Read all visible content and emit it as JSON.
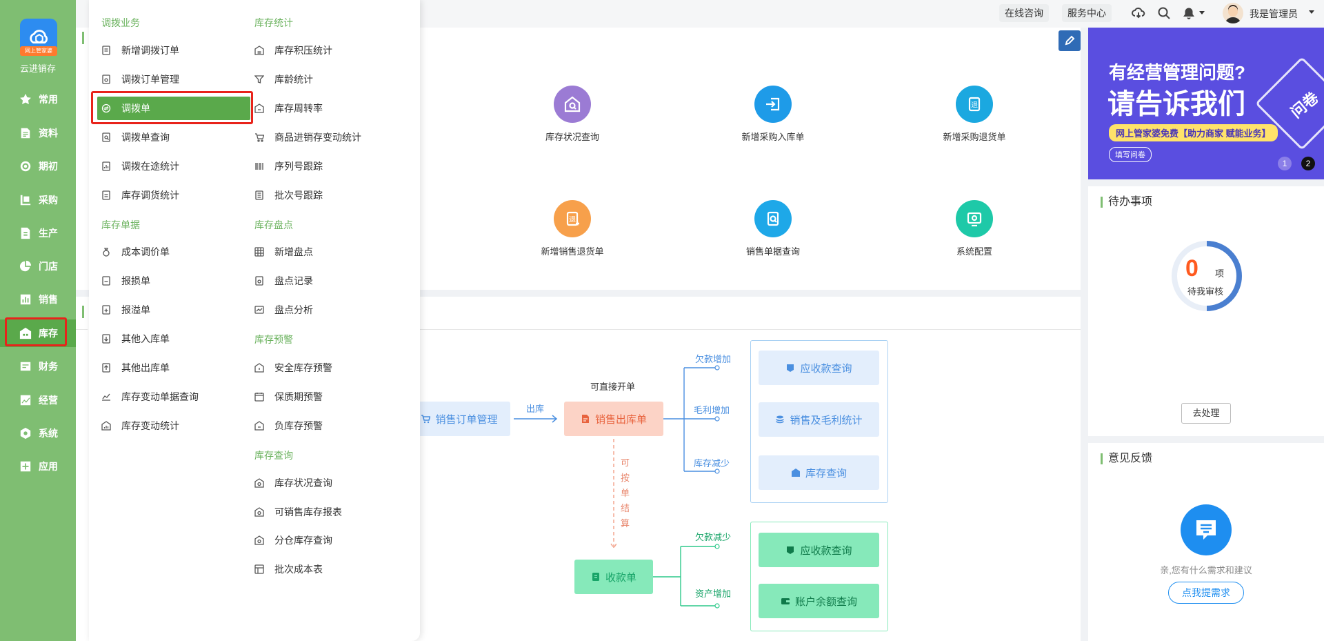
{
  "app": {
    "name": "云进销存",
    "badge": "网上管家婆"
  },
  "sidebar": {
    "items": [
      {
        "label": "常用",
        "icon": "star-icon"
      },
      {
        "label": "资料",
        "icon": "document-icon"
      },
      {
        "label": "期初",
        "icon": "target-icon"
      },
      {
        "label": "采购",
        "icon": "cart-icon"
      },
      {
        "label": "生产",
        "icon": "factory-icon"
      },
      {
        "label": "门店",
        "icon": "pie-icon"
      },
      {
        "label": "销售",
        "icon": "bar-chart-icon"
      },
      {
        "label": "库存",
        "icon": "warehouse-icon"
      },
      {
        "label": "财务",
        "icon": "finance-icon"
      },
      {
        "label": "经营",
        "icon": "trend-icon"
      },
      {
        "label": "系统",
        "icon": "gear-icon"
      },
      {
        "label": "应用",
        "icon": "plus-square-icon"
      }
    ],
    "active": "库存"
  },
  "topbar": {
    "consult": "在线咨询",
    "service": "服务中心",
    "user": "我是管理员"
  },
  "menu": {
    "col1": {
      "group1": {
        "title": "调拨业务",
        "items": [
          "新增调拨订单",
          "调拨订单管理",
          "调拨单",
          "调拨单查询",
          "调拨在途统计",
          "库存调货统计"
        ]
      },
      "group2": {
        "title": "库存单据",
        "items": [
          "成本调价单",
          "报损单",
          "报溢单",
          "其他入库单",
          "其他出库单",
          "库存变动单据查询",
          "库存变动统计"
        ]
      }
    },
    "col2": {
      "group1": {
        "title": "库存统计",
        "items": [
          "库存积压统计",
          "库龄统计",
          "库存周转率",
          "商品进销存变动统计",
          "序列号跟踪",
          "批次号跟踪"
        ]
      },
      "group2": {
        "title": "库存盘点",
        "items": [
          "新增盘点",
          "盘点记录",
          "盘点分析"
        ]
      },
      "group3": {
        "title": "库存预警",
        "items": [
          "安全库存预警",
          "保质期预警",
          "负库存预警"
        ]
      },
      "group4": {
        "title": "库存查询",
        "items": [
          "库存状况查询",
          "可销售库存报表",
          "分仓库存查询",
          "批次成本表"
        ]
      }
    },
    "selected": "调拨单"
  },
  "quick": {
    "items": [
      {
        "label": "库存状况查询",
        "color": "#9b7bd4"
      },
      {
        "label": "新增采购入库单",
        "color": "#1e9be8"
      },
      {
        "label": "新增采购退货单",
        "color": "#1ba8e0"
      },
      {
        "label": "新增销售退货单",
        "color": "#f7a04b"
      },
      {
        "label": "销售单据查询",
        "color": "#1ea8e8"
      },
      {
        "label": "系统配置",
        "color": "#1ec9a8"
      }
    ]
  },
  "flow": {
    "sales_order": "销售订单管理",
    "out_label": "出库",
    "direct_label": "可直接开单",
    "sales_out": "销售出库单",
    "settle_label": [
      "可",
      "按",
      "单",
      "结",
      "算"
    ],
    "receipt": "收款单",
    "branch_top": [
      "欠款增加",
      "毛利增加",
      "库存减少"
    ],
    "branch_bottom": [
      "欠款减少",
      "资产增加"
    ],
    "box_top": [
      "应收款查询",
      "销售及毛利统计",
      "库存查询"
    ],
    "box_bottom": [
      "应收款查询",
      "账户余额查询"
    ]
  },
  "banner": {
    "line1": "有经营管理问题?",
    "line2": "请告诉我们",
    "pill": "网上管家婆免费【助力商家 赋能业务】",
    "button": "填写问卷",
    "note": "问卷",
    "dots": [
      "1",
      "2"
    ]
  },
  "todo": {
    "title": "待办事项",
    "count": "0",
    "unit": "项",
    "caption": "待我审核",
    "button": "去处理"
  },
  "feedback": {
    "title": "意见反馈",
    "text": "亲,您有什么需求和建议",
    "button": "点我提需求"
  },
  "colors": {
    "sidebar": "#7fbe72",
    "active": "#5aa94b",
    "highlight": "#e8231b",
    "accent": "#1e8ef0"
  }
}
